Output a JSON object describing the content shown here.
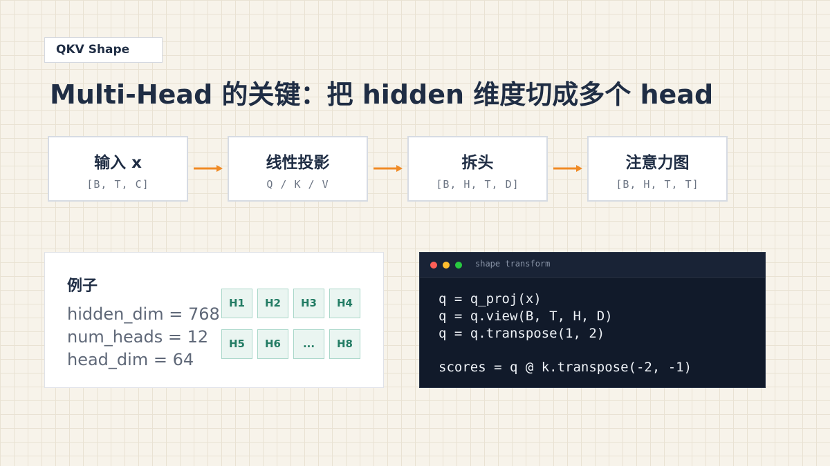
{
  "tag": "QKV Shape",
  "title": "Multi-Head 的关键：把 hidden 维度切成多个 head",
  "flow": [
    {
      "label": "输入 x",
      "shape": "[B, T, C]"
    },
    {
      "label": "线性投影",
      "shape": "Q / K / V"
    },
    {
      "label": "拆头",
      "shape": "[B, H, T, D]"
    },
    {
      "label": "注意力图",
      "shape": "[B, H, T, T]"
    }
  ],
  "example": {
    "title": "例子",
    "lines": [
      "hidden_dim = 768",
      "num_heads = 12",
      "head_dim = 64"
    ],
    "heads": [
      "H1",
      "H2",
      "H3",
      "H4",
      "H5",
      "H6",
      "...",
      "H8"
    ]
  },
  "code": {
    "caption": "shape transform",
    "lines": [
      "q = q_proj(x)",
      "q = q.view(B, T, H, D)",
      "q = q.transpose(1, 2)",
      "",
      "scores = q @ k.transpose(-2, -1)"
    ]
  },
  "colors": {
    "accent": "#f08a24",
    "title": "#1f2d44",
    "head_border": "#a9d7c9",
    "head_text": "#237c64",
    "code_bg": "#111a2a",
    "dot_red": "#ff5f57",
    "dot_yellow": "#febc2e",
    "dot_green": "#28c840"
  }
}
